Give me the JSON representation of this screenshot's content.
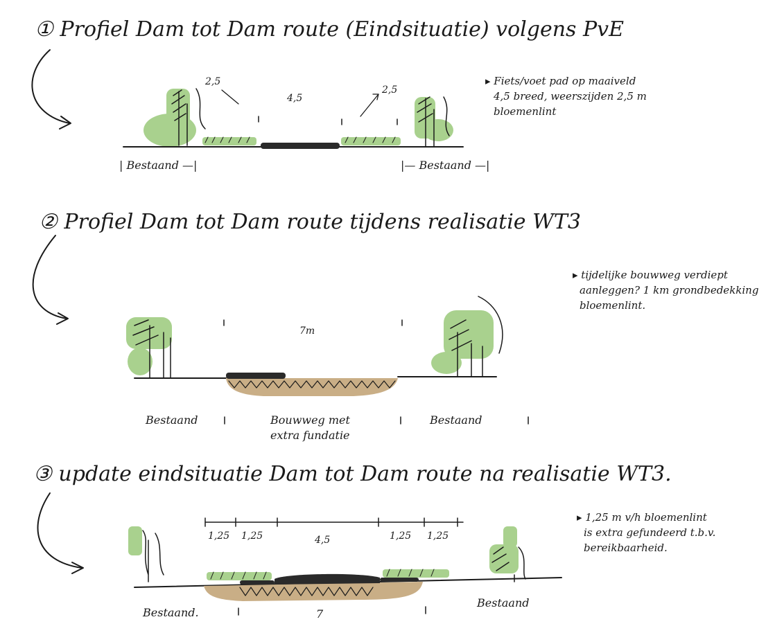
{
  "section1": {
    "title": "① Profiel Dam tot Dam route (Eindsituatie) volgens PvE",
    "note": [
      "▸ Fiets/voet pad op maaiveld",
      "4,5 breed, weerszijden 2,5 m",
      "bloemenlint"
    ],
    "dims": [
      "2,5",
      "4,5",
      "2,5"
    ],
    "labels": [
      "| Bestaand —|",
      "|— Bestaand —|"
    ]
  },
  "section2": {
    "title": "② Profiel Dam tot Dam route tijdens realisatie WT3",
    "note": [
      "▸ tijdelijke bouwweg verdiept",
      "aanleggen? 1 km grondbedekking",
      "bloemenlint."
    ],
    "dim": "7m",
    "labels": [
      "Bestaand",
      "Bouwweg met",
      "extra fundatie",
      "Bestaand"
    ]
  },
  "section3": {
    "title": "③ update eindsituatie Dam tot Dam route na realisatie WT3.",
    "note": [
      "▸ 1,25 m v/h bloemenlint",
      "is extra gefundeerd t.b.v.",
      "bereikbaarheid."
    ],
    "dims": [
      "1,25",
      "1,25",
      "4,5",
      "1,25",
      "1,25"
    ],
    "bottom_dim": "7",
    "labels": [
      "Bestaand.",
      "Bestaand"
    ]
  },
  "colors": {
    "vegetation": "#a9d18e",
    "soil": "#c9ae86",
    "asphalt": "#2a2a2a",
    "ink": "#1a1a1a"
  }
}
